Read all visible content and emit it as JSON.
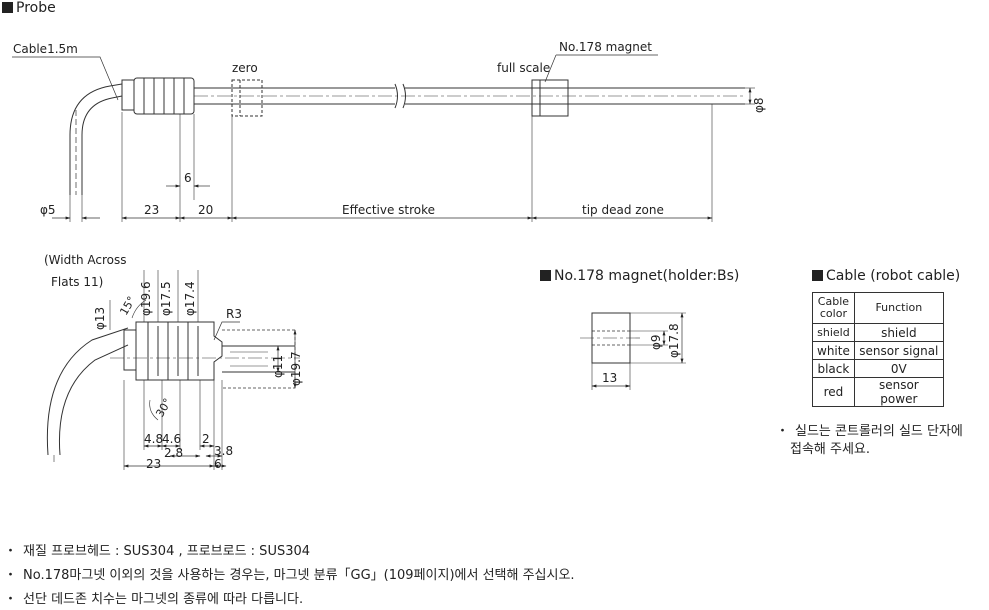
{
  "sections": {
    "probe": "Probe",
    "magnet": "No.178 magnet(holder:Bs)",
    "cable": "Cable (robot cable)"
  },
  "labels": {
    "cable_len": "Cable1.5m",
    "zero": "zero",
    "full_scale": "full scale",
    "magnet_callout": "No.178 magnet",
    "phi8": "φ8",
    "phi5": "φ5",
    "d23": "23",
    "d20": "20",
    "d6": "6",
    "effective_stroke": "Effective stroke",
    "tip_dead_zone": "tip dead zone",
    "width_across_1": "(Width Across",
    "width_across_2": "Flats 11)",
    "phi13": "φ13",
    "deg15": "15°",
    "phi19_6": "φ19.6",
    "phi17_5": "φ17.5",
    "phi17_4": "φ17.4",
    "r3": "R3",
    "phi11": "φ11",
    "phi19_7": "φ19.7",
    "deg30": "30°",
    "d4_8": "4.8",
    "d4_6": "4.6",
    "d2": "2",
    "d2_8": "2.8",
    "d3_8": "3.8",
    "d23b": "23",
    "d6b": "6",
    "mag_phi9": "φ9",
    "mag_phi17_8": "φ17.8",
    "mag_13": "13"
  },
  "cable_table": {
    "header": [
      "Cable color",
      "Function"
    ],
    "rows": [
      [
        "shield",
        "shield"
      ],
      [
        "white",
        "sensor signal"
      ],
      [
        "black",
        "0V"
      ],
      [
        "red",
        "sensor power"
      ]
    ]
  },
  "shield_note": [
    "실드는 콘트롤러의 실드 단자에",
    "접속해 주세요."
  ],
  "notes": [
    "재질 프로브헤드 : SUS304 , 프로브로드 : SUS304",
    "No.178마그넷 이외의 것을 사용하는 경우는, 마그넷 분류「GG」(109페이지)에서 선택해 주십시오.",
    "선단 데드존 치수는 마그넷의 종류에 따라 다릅니다."
  ]
}
